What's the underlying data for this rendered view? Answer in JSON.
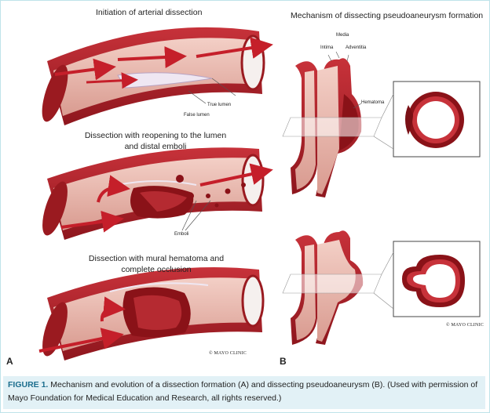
{
  "panelA": {
    "letter": "A",
    "titles": {
      "initiation": "Initiation of arterial dissection",
      "reopening": "Dissection with reopening to the lumen and distal emboli",
      "hematoma": "Dissection with mural hematoma and complete occlusion"
    },
    "labels": {
      "true_lumen": "True lumen",
      "false_lumen": "False lumen",
      "emboli": "Emboli"
    },
    "stamp": "© MAYO CLINIC"
  },
  "panelB": {
    "letter": "B",
    "title": "Mechanism of dissecting pseudoaneurysm formation",
    "labels": {
      "media": "Media",
      "intima": "Intima",
      "adventitia": "Adventitia",
      "hematoma": "Hematoma"
    },
    "stamp": "© MAYO CLINIC"
  },
  "caption": {
    "figure_label": "FIGURE 1.",
    "text": "Mechanism and evolution of a dissection formation (A) and dissecting pseudoaneurysm (B). (Used with permission of Mayo Foundation for Medical Education and Research, all rights reserved.)"
  },
  "colors": {
    "vessel_wall": "#b0242a",
    "vessel_dark": "#7a1016",
    "lumen": "#e7b4aa",
    "arrow": "#c51f2a",
    "caption_bg": "#e2f1f6",
    "figure_label": "#1c6e8e"
  }
}
